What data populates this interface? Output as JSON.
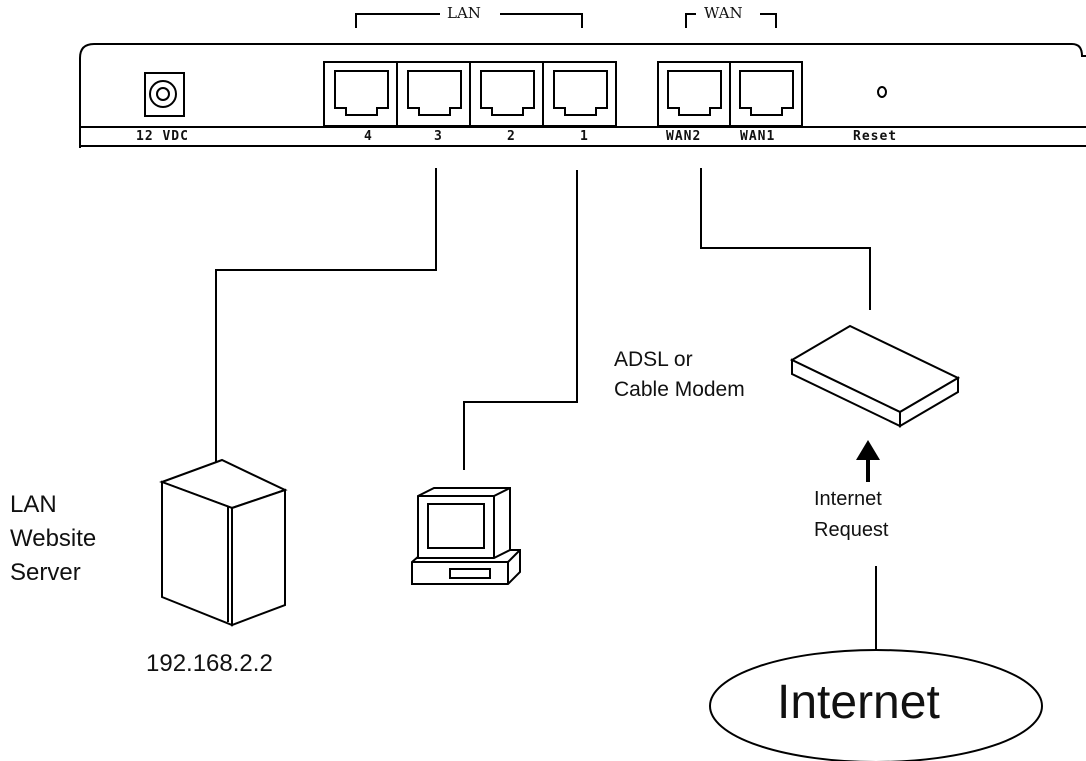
{
  "router": {
    "groups": {
      "lan": "LAN",
      "wan": "WAN"
    },
    "ports": {
      "power": "12 VDC",
      "lan4": "4",
      "lan3": "3",
      "lan2": "2",
      "lan1": "1",
      "wan2": "WAN2",
      "wan1": "WAN1",
      "reset": "Reset"
    }
  },
  "devices": {
    "server_lines": [
      "LAN",
      "Website",
      "Server"
    ],
    "server_ip": "192.168.2.2",
    "modem_lines": [
      "ADSL or",
      "Cable Modem"
    ],
    "request_lines": [
      "Internet",
      "Request"
    ],
    "cloud": "Internet"
  }
}
